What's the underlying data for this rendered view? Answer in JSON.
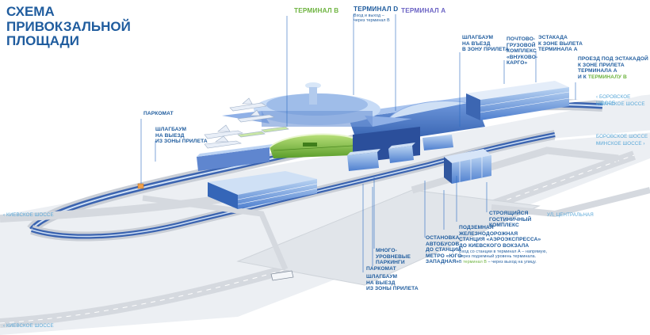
{
  "title": [
    "СХЕМА",
    "ПРИВОКЗАЛЬНОЙ",
    "ПЛОЩАДИ"
  ],
  "terminals": {
    "b": "ТЕРМИНАЛ B",
    "d": "ТЕРМИНАЛ D",
    "d_note": [
      "Вход и выход –",
      "через терминал B"
    ],
    "a": "ТЕРМИНАЛ А"
  },
  "labels": {
    "barrier_arrival_top": [
      "ШЛАГБАУМ",
      "НА ВЪЕЗД",
      "В ЗОНУ ПРИЛЕТА"
    ],
    "postal_complex": [
      "ПОЧТОВО-",
      "ГРУЗОВОЙ",
      "КОМПЛЕКС",
      "«ВНУКОВО-",
      "КАРГО»"
    ],
    "overpass_departure": [
      "ЭСТАКАДА",
      "К ЗОНЕ ВЫЛЕТА",
      "ТЕРМИНАЛА А"
    ],
    "passage_under_overpass": [
      "ПРОЕЗД ПОД ЭСТАКАДОЙ",
      "К ЗОНЕ ПРИЛЕТА",
      "ТЕРМИНАЛА А",
      "И К",
      "ТЕРМИНАЛУ B"
    ],
    "parking_machine_left": "ПАРКОМАТ",
    "barrier_exit_left": [
      "ШЛАГБАУМ",
      "НА ВЫЕЗД",
      "ИЗ ЗОНЫ ПРИЛЕТА"
    ],
    "hotel": [
      "СТРОЯЩИЙСЯ",
      "ГОСТИНИЧНЫЙ",
      "КОМПЛЕКС"
    ],
    "rail_station": [
      "ПОДЗЕМНАЯ",
      "ЖЕЛЕЗНОДОРОЖНАЯ",
      "СТАНЦИЯ «АЭРОЭКСПРЕССА»",
      "ДО КИЕВСКОГО ВОКЗАЛА"
    ],
    "rail_note": [
      "Вход со станции в терминал А – напрямую,",
      "через подземный уровень терминала.",
      "В",
      "терминал B",
      "– через выход на улицу."
    ],
    "bus_stop": [
      "ОСТАНОВКА",
      "АВТОБУСОВ",
      "ДО СТАНЦИИ",
      "МЕТРО «ЮГО-",
      "ЗАПАДНАЯ»"
    ],
    "multilevel_parking": [
      "МНОГО-",
      "УРОВНЕВЫЕ",
      "ПАРКИНГИ"
    ],
    "parking_machine_bottom": "ПАРКОМАТ",
    "barrier_exit_bottom": [
      "ШЛАГБАУМ",
      "НА ВЫЕЗД",
      "ИЗ ЗОНЫ ПРИЛЕТА"
    ]
  },
  "roads": {
    "borovskoe_1": "БОРОВСКОЕ ШОССЕ",
    "minskoe_1": "МИНСКОЕ ШОССЕ",
    "borovskoe_2": "БОРОВСКОЕ ШОССЕ",
    "minskoe_2": "МИНСКОЕ ШОССЕ",
    "tsentralnaya": "УЛ. ЦЕНТРАЛЬНАЯ",
    "kievskoe_1": "КИЕВСКОЕ ШОССЕ",
    "kievskoe_2": "КИЕВСКОЕ ШОССЕ"
  },
  "colors": {
    "brand_blue": "#1f5c9e",
    "terminal_b_green": "#6db33f",
    "terminal_a_purple": "#6b63c4",
    "road_label": "#5aa8d8"
  }
}
